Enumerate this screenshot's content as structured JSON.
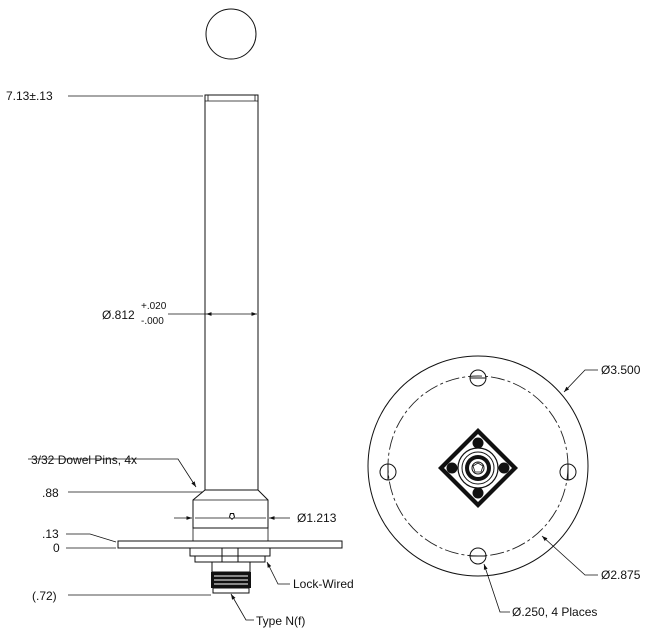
{
  "diagram": {
    "side_view": {
      "dimensions": {
        "overall_height": "7.13±.13",
        "tube_diameter_main": "Ø.812",
        "tube_tol_plus": "+.020",
        "tube_tol_minus": "-.000",
        "dowel_pins": "3/32 Dowel Pins, 4x",
        "hub_height": ".88",
        "hub_diameter": "Ø1.213",
        "plate_thickness": ".13",
        "datum_zero": "0",
        "connector_depth": "(.72)",
        "lock_wired": "Lock-Wired",
        "connector_type": "Type N(f)"
      }
    },
    "plan_view": {
      "dimensions": {
        "outer_diameter": "Ø3.500",
        "bolt_circle_diameter": "Ø2.875",
        "mount_holes": "Ø.250, 4 Places"
      }
    }
  }
}
